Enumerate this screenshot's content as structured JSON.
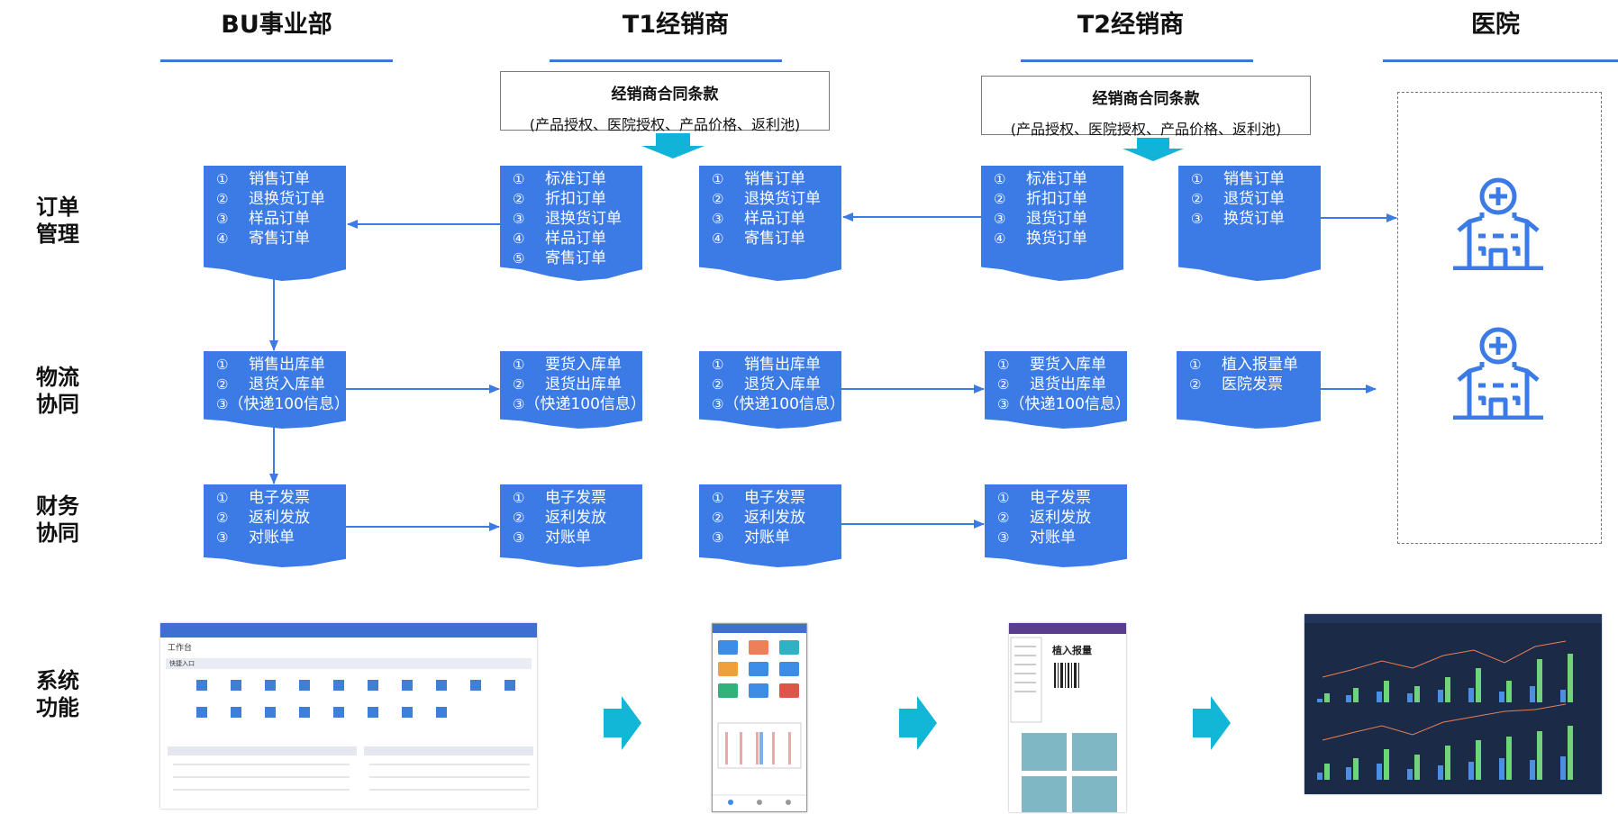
{
  "colors": {
    "accent": "#3c78d8",
    "doc_fill": "#3c7be6",
    "arrow_down": "#12b3d9",
    "chevron": "#12b6d6"
  },
  "columns": [
    "BU事业部",
    "T1经销商",
    "T2经销商",
    "医院"
  ],
  "rows": [
    "订单\n管理",
    "物流\n协同",
    "财务\n协同",
    "系统\n功能"
  ],
  "contract_t1": {
    "title": "经销商合同条款",
    "subtitle": "(产品授权、医院授权、产品价格、返利池)"
  },
  "contract_t2": {
    "title": "经销商合同条款",
    "subtitle": "(产品授权、医院授权、产品价格、返利池)"
  },
  "docs": {
    "bu_order": [
      {
        "n": "①",
        "t": "销售订单"
      },
      {
        "n": "②",
        "t": "退换货订单"
      },
      {
        "n": "③",
        "t": "样品订单"
      },
      {
        "n": "④",
        "t": "寄售订单"
      }
    ],
    "t1_order_in": [
      {
        "n": "①",
        "t": "标准订单"
      },
      {
        "n": "②",
        "t": "折扣订单"
      },
      {
        "n": "③",
        "t": "退换货订单"
      },
      {
        "n": "④",
        "t": "样品订单"
      },
      {
        "n": "⑤",
        "t": "寄售订单"
      }
    ],
    "t1_order_out": [
      {
        "n": "①",
        "t": "销售订单"
      },
      {
        "n": "②",
        "t": "退换货订单"
      },
      {
        "n": "③",
        "t": "样品订单"
      },
      {
        "n": "④",
        "t": "寄售订单"
      }
    ],
    "t2_order_in": [
      {
        "n": "①",
        "t": "标准订单"
      },
      {
        "n": "②",
        "t": "折扣订单"
      },
      {
        "n": "③",
        "t": "退货订单"
      },
      {
        "n": "④",
        "t": "换货订单"
      }
    ],
    "t2_order_out": [
      {
        "n": "①",
        "t": "销售订单"
      },
      {
        "n": "②",
        "t": "退货订单"
      },
      {
        "n": "③",
        "t": "换货订单"
      }
    ],
    "bu_log": [
      {
        "n": "①",
        "t": "销售出库单"
      },
      {
        "n": "②",
        "t": "退货入库单"
      },
      {
        "n": "③",
        "t": "（快递100信息）"
      }
    ],
    "t1_log_in": [
      {
        "n": "①",
        "t": "要货入库单"
      },
      {
        "n": "②",
        "t": "退货出库单"
      },
      {
        "n": "③",
        "t": "（快递100信息）"
      }
    ],
    "t1_log_out": [
      {
        "n": "①",
        "t": "销售出库单"
      },
      {
        "n": "②",
        "t": "退货入库单"
      },
      {
        "n": "③",
        "t": "（快递100信息）"
      }
    ],
    "t2_log_in": [
      {
        "n": "①",
        "t": "要货入库单"
      },
      {
        "n": "②",
        "t": "退货出库单"
      },
      {
        "n": "③",
        "t": "（快递100信息）"
      }
    ],
    "t2_log_out": [
      {
        "n": "①",
        "t": "植入报量单"
      },
      {
        "n": "②",
        "t": "医院发票"
      }
    ],
    "bu_fin": [
      {
        "n": "①",
        "t": "电子发票"
      },
      {
        "n": "②",
        "t": "返利发放"
      },
      {
        "n": "③",
        "t": "对账单"
      }
    ],
    "t1_fin_in": [
      {
        "n": "①",
        "t": "电子发票"
      },
      {
        "n": "②",
        "t": "返利发放"
      },
      {
        "n": "③",
        "t": "对账单"
      }
    ],
    "t1_fin_out": [
      {
        "n": "①",
        "t": "电子发票"
      },
      {
        "n": "②",
        "t": "返利发放"
      },
      {
        "n": "③",
        "t": "对账单"
      }
    ],
    "t2_fin_in": [
      {
        "n": "①",
        "t": "电子发票"
      },
      {
        "n": "②",
        "t": "返利发放"
      },
      {
        "n": "③",
        "t": "对账单"
      }
    ]
  },
  "screenshots": {
    "bu_portal": {
      "title": "工作台",
      "section": "快捷入口"
    },
    "t2_app": {
      "title": "植入报量"
    }
  }
}
